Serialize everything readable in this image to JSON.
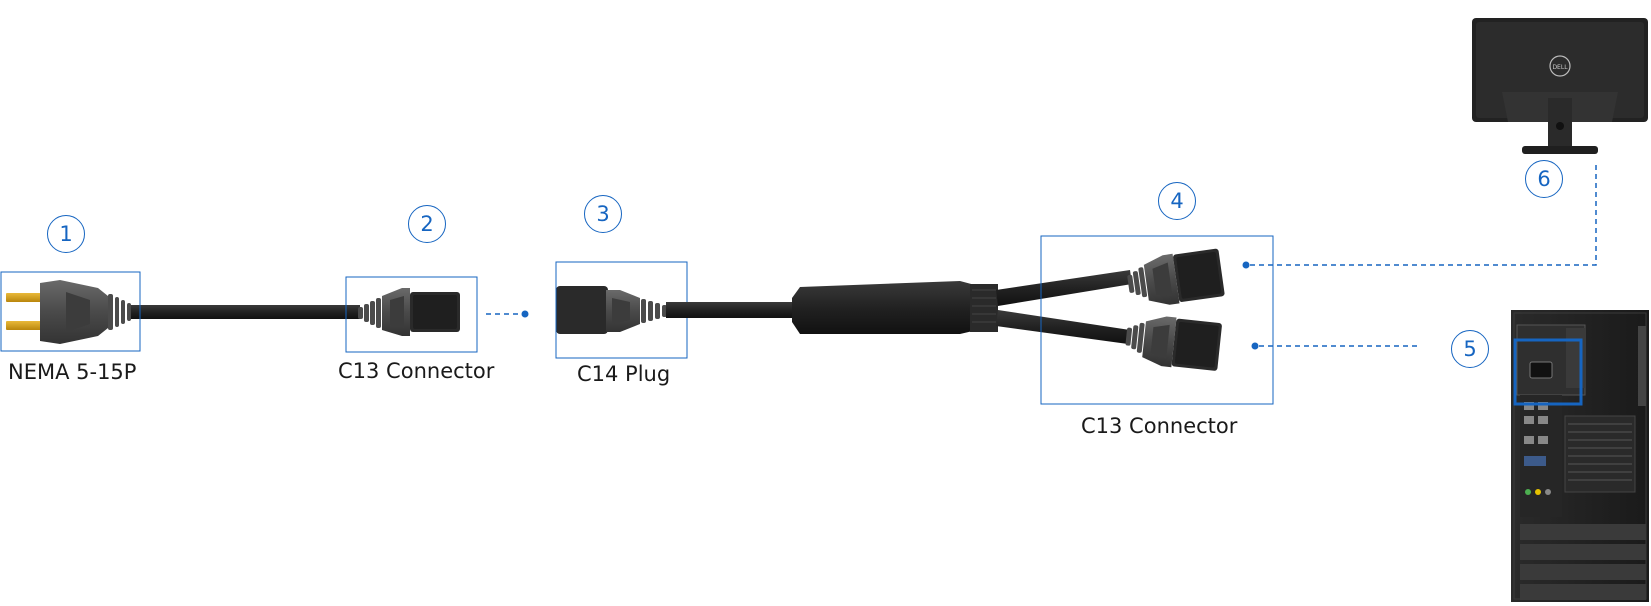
{
  "callouts": [
    {
      "number": "1",
      "label": "NEMA 5-15P"
    },
    {
      "number": "2",
      "label": "C13 Connector"
    },
    {
      "number": "3",
      "label": "C14 Plug"
    },
    {
      "number": "4",
      "label": "C13 Connector"
    },
    {
      "number": "5",
      "label": ""
    },
    {
      "number": "6",
      "label": ""
    }
  ],
  "devices": {
    "monitor_logo": "DELL"
  },
  "colors": {
    "accent_blue": "#1665c1",
    "cable": "#2b2b2b",
    "connector": "#555555",
    "prong": "#d4a017"
  }
}
